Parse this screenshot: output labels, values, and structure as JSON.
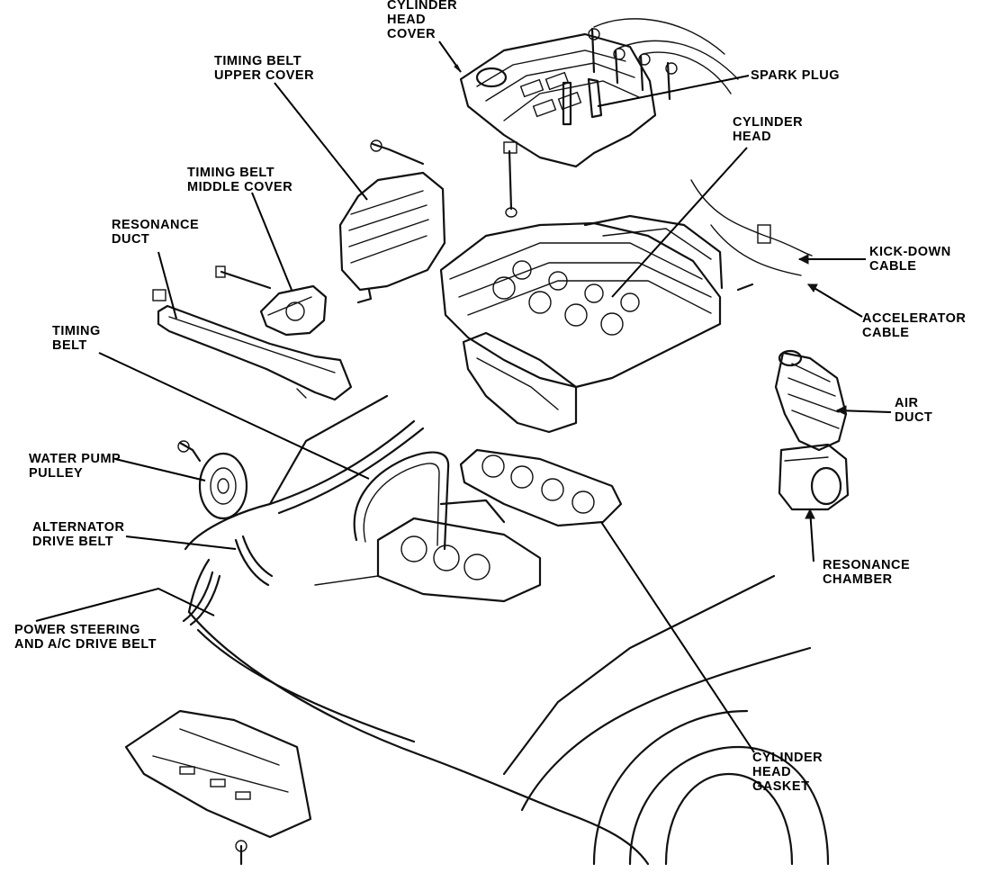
{
  "labels": {
    "cylinder_head_cover": [
      "CYLINDER",
      "HEAD",
      "COVER"
    ],
    "timing_belt_upper_cover": [
      "TIMING BELT",
      "UPPER  COVER"
    ],
    "spark_plug": [
      "SPARK PLUG"
    ],
    "cylinder_head": [
      "CYLINDER",
      "HEAD"
    ],
    "timing_belt_middle_cover": [
      "TIMING BELT",
      "MIDDLE COVER"
    ],
    "resonance_duct": [
      "RESONANCE",
      "DUCT"
    ],
    "kick_down_cable": [
      "KICK-DOWN",
      "CABLE"
    ],
    "accelerator_cable": [
      "ACCELERATOR",
      "CABLE"
    ],
    "timing_belt": [
      "TIMING",
      "BELT"
    ],
    "air_duct": [
      "AIR",
      "DUCT"
    ],
    "water_pump_pulley": [
      "WATER PUMP",
      "PULLEY"
    ],
    "alternator_drive_belt": [
      "ALTERNATOR",
      "DRIVE BELT"
    ],
    "resonance_chamber": [
      "RESONANCE",
      "CHAMBER"
    ],
    "power_steering_ac_drive_belt": [
      "POWER STEERING",
      "AND A/C DRIVE BELT"
    ],
    "cylinder_head_gasket": [
      "CYLINDER",
      "HEAD",
      "GASKET"
    ]
  }
}
